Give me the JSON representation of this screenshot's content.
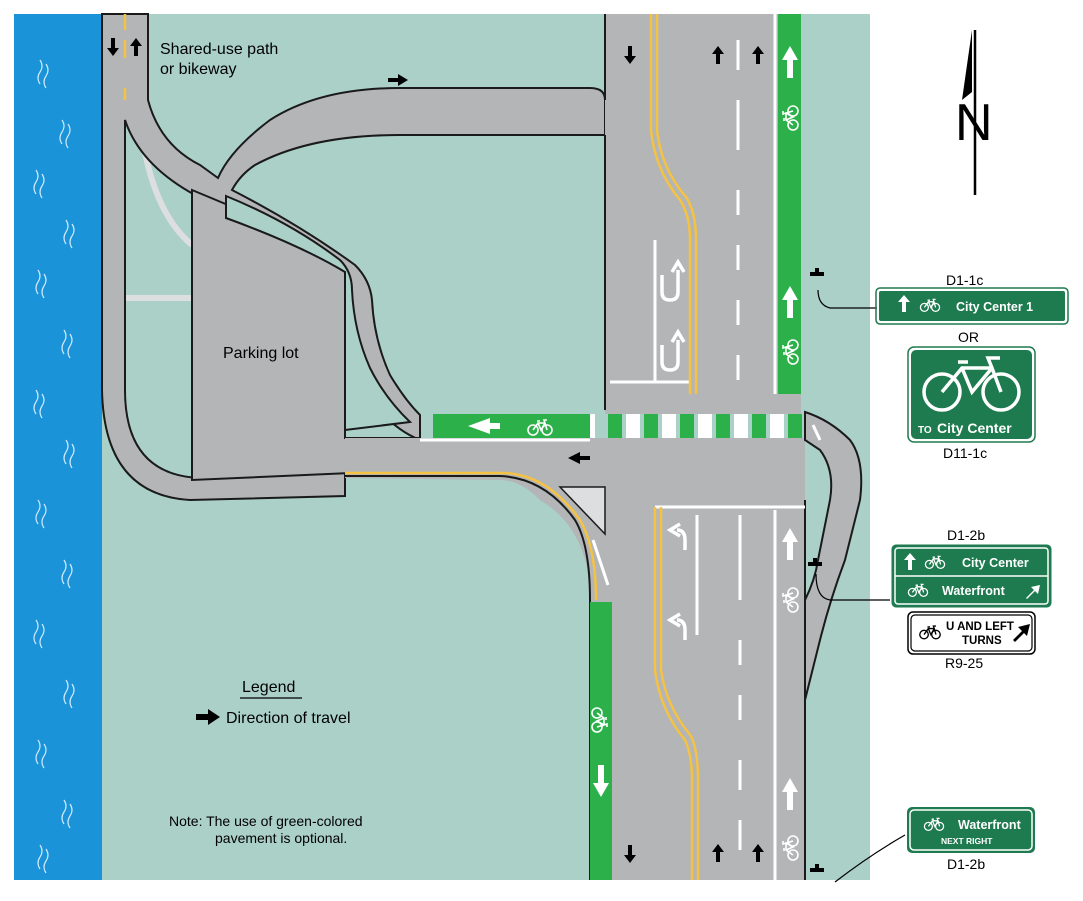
{
  "labels": {
    "shared_use_1": "Shared-use path",
    "shared_use_2": "or bikeway",
    "parking_lot": "Parking lot",
    "legend_title": "Legend",
    "legend_item": "Direction of travel",
    "note_1": "Note: The use of green-colored",
    "note_2": "pavement is optional.",
    "north": "N"
  },
  "signs": {
    "d1_1c": {
      "code": "D1-1c",
      "text": "City Center 1"
    },
    "or_text": "OR",
    "d11_1c": {
      "code": "D11-1c",
      "text_to": "TO",
      "text": "City Center"
    },
    "d1_2b_top": {
      "code": "D1-2b",
      "line1": "City Center",
      "line2": "Waterfront"
    },
    "r9_25": {
      "code": "R9-25",
      "line1": "U AND LEFT",
      "line2": "TURNS"
    },
    "d1_2b_bottom": {
      "code": "D1-2b",
      "line1": "Waterfront",
      "line2": "NEXT RIGHT"
    }
  },
  "colors": {
    "water": "#1a93d8",
    "grass": "#aad0c8",
    "road": "#b3b5b7",
    "road_edge": "#1a1a1a",
    "bike_green": "#2bb04a",
    "centerline_yellow": "#f5c242",
    "sign_green": "#1e7a4f"
  }
}
